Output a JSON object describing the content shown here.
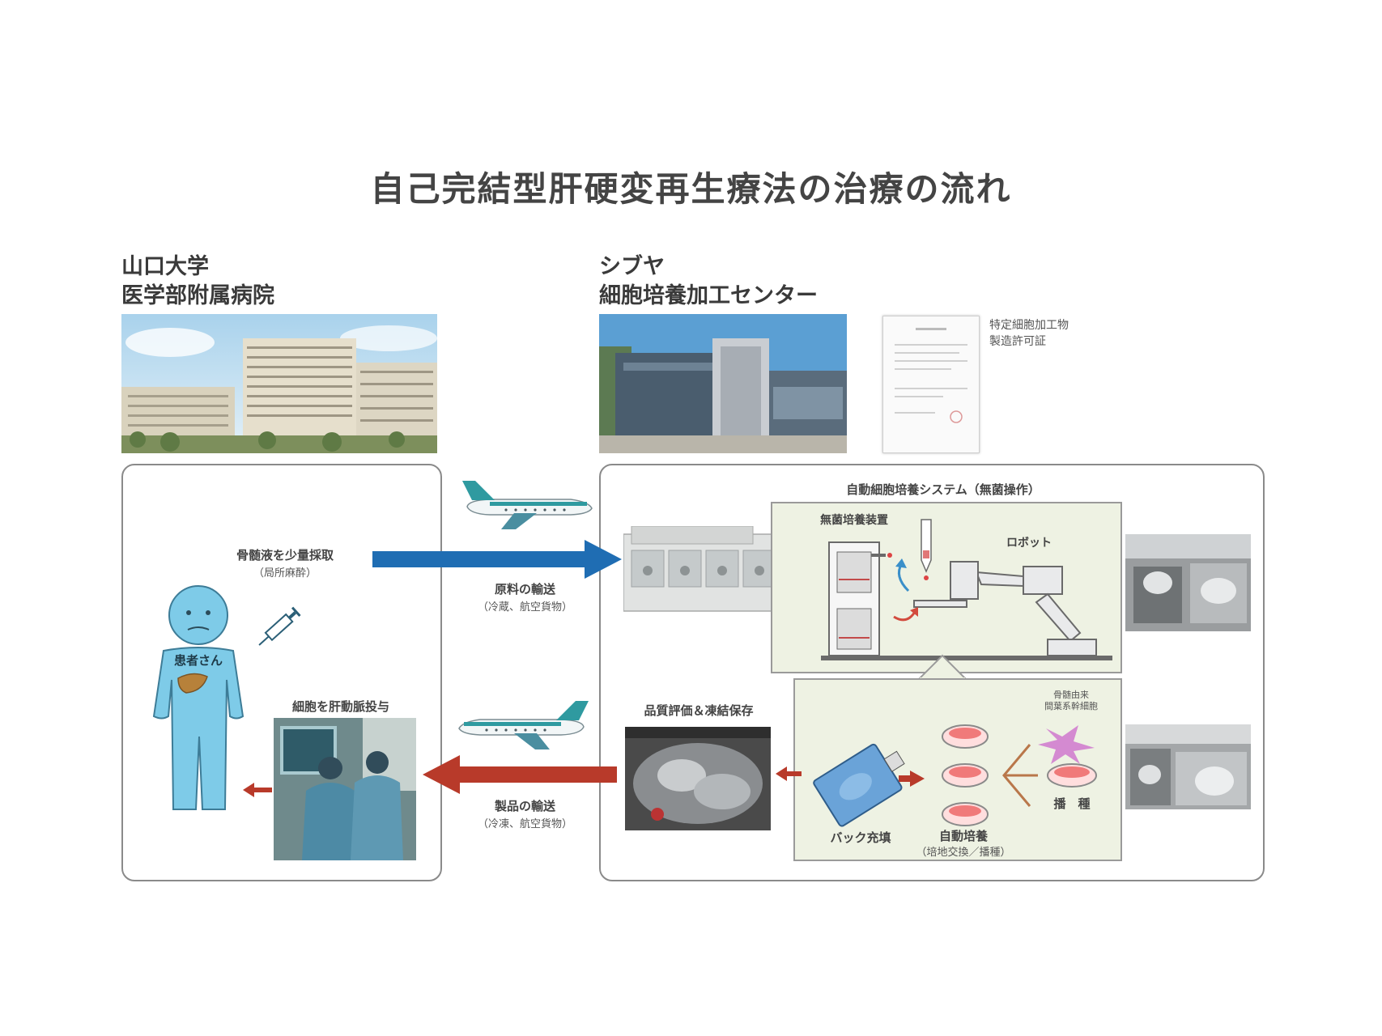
{
  "title": "自己完結型肝硬変再生療法の治療の流れ",
  "hospital": {
    "name_line1": "山口大学",
    "name_line2": "医学部附属病院",
    "bone_marrow_label": "骨髄液を少量採取",
    "bone_marrow_sub": "（局所麻酔）",
    "patient_label": "患者さん",
    "administer_label": "細胞を肝動脈投与"
  },
  "center": {
    "name_line1": "シブヤ",
    "name_line2": "細胞培養加工センター",
    "permit_label_line1": "特定細胞加工物",
    "permit_label_line2": "製造許可証",
    "system_title": "自動細胞培養システム（無菌操作）",
    "incubator_label": "無菌培養装置",
    "robot_label": "ロボット",
    "quality_label": "品質評価＆凍結保存",
    "bag_label": "バック充填",
    "auto_culture_label": "自動培養",
    "auto_culture_sub": "（培地交換／播種）",
    "expansion_label": "播　種",
    "cell_check_line1": "骨髄由来",
    "cell_check_line2": "間葉系幹細胞"
  },
  "transport": {
    "raw_label": "原料の輸送",
    "raw_sub": "（冷蔵、航空貨物）",
    "product_label": "製品の輸送",
    "product_sub": "（冷凍、航空貨物）"
  },
  "colors": {
    "forward_arrow": "#1f6db3",
    "return_arrow": "#b83a2a",
    "patient": "#7ecbe8",
    "panel_bg": "#eef2e3"
  }
}
